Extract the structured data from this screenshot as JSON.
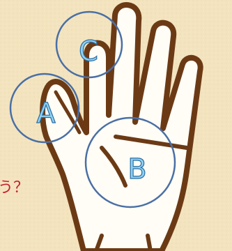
{
  "labels": {
    "a": "A",
    "b": "B",
    "c": "C"
  },
  "partial_text": "う？",
  "colors": {
    "background": "#f3e4bf",
    "hand_fill": "#fffdf6",
    "hand_outline": "#6b3a15",
    "circle_stroke": "#4a6fa5",
    "label_fill": "#8fd1f2",
    "label_stroke": "#2b6ea3",
    "text_red": "#c8202f"
  }
}
